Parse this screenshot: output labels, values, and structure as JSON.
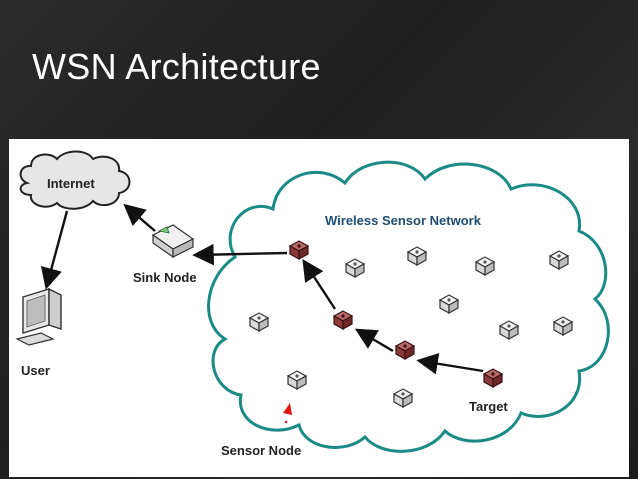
{
  "slide": {
    "title": "WSN Architecture"
  },
  "diagram": {
    "internet_label": "Internet",
    "sink_label": "Sink Node",
    "user_label": "User",
    "network_label": "Wireless Sensor Network",
    "target_label": "Target",
    "sensor_label": "Sensor Node"
  },
  "colors": {
    "cloud_outline": "#1a8a86",
    "path_node": "#8a3a3a",
    "arrow": "#111111",
    "sensor_marker": "#e01010"
  }
}
